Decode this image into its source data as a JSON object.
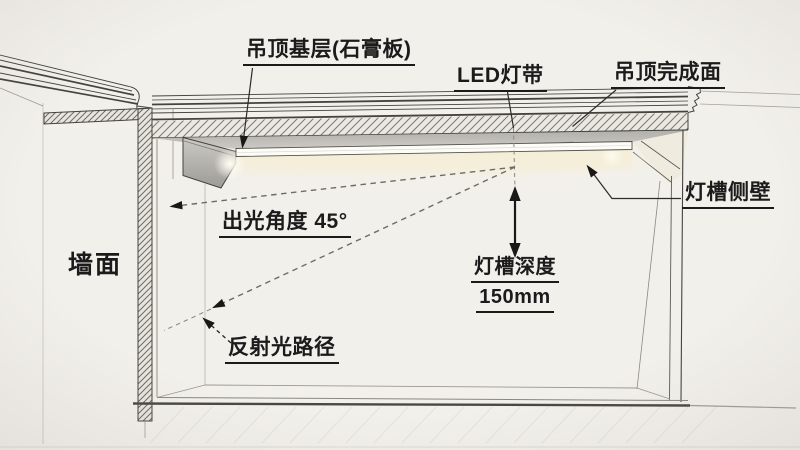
{
  "labels": {
    "ceiling_base": "吊顶基层(石膏板)",
    "led_strip": "LED灯带",
    "ceiling_finished": "吊顶完成面",
    "cove_side_wall": "灯槽侧壁",
    "beam_angle": "出光角度 45°",
    "wall_surface": "墙面",
    "cove_depth_label": "灯槽深度",
    "cove_depth_value": "150mm",
    "reflected_light_path": "反射光路径"
  },
  "colors": {
    "background": "#f2f0eb",
    "ink": "#1b1b1b",
    "line_dark": "#45433e",
    "recess_gray": "#c4c2bd",
    "fascia_gray": "#a8a6a1",
    "led_glow": "#f6eed8"
  }
}
